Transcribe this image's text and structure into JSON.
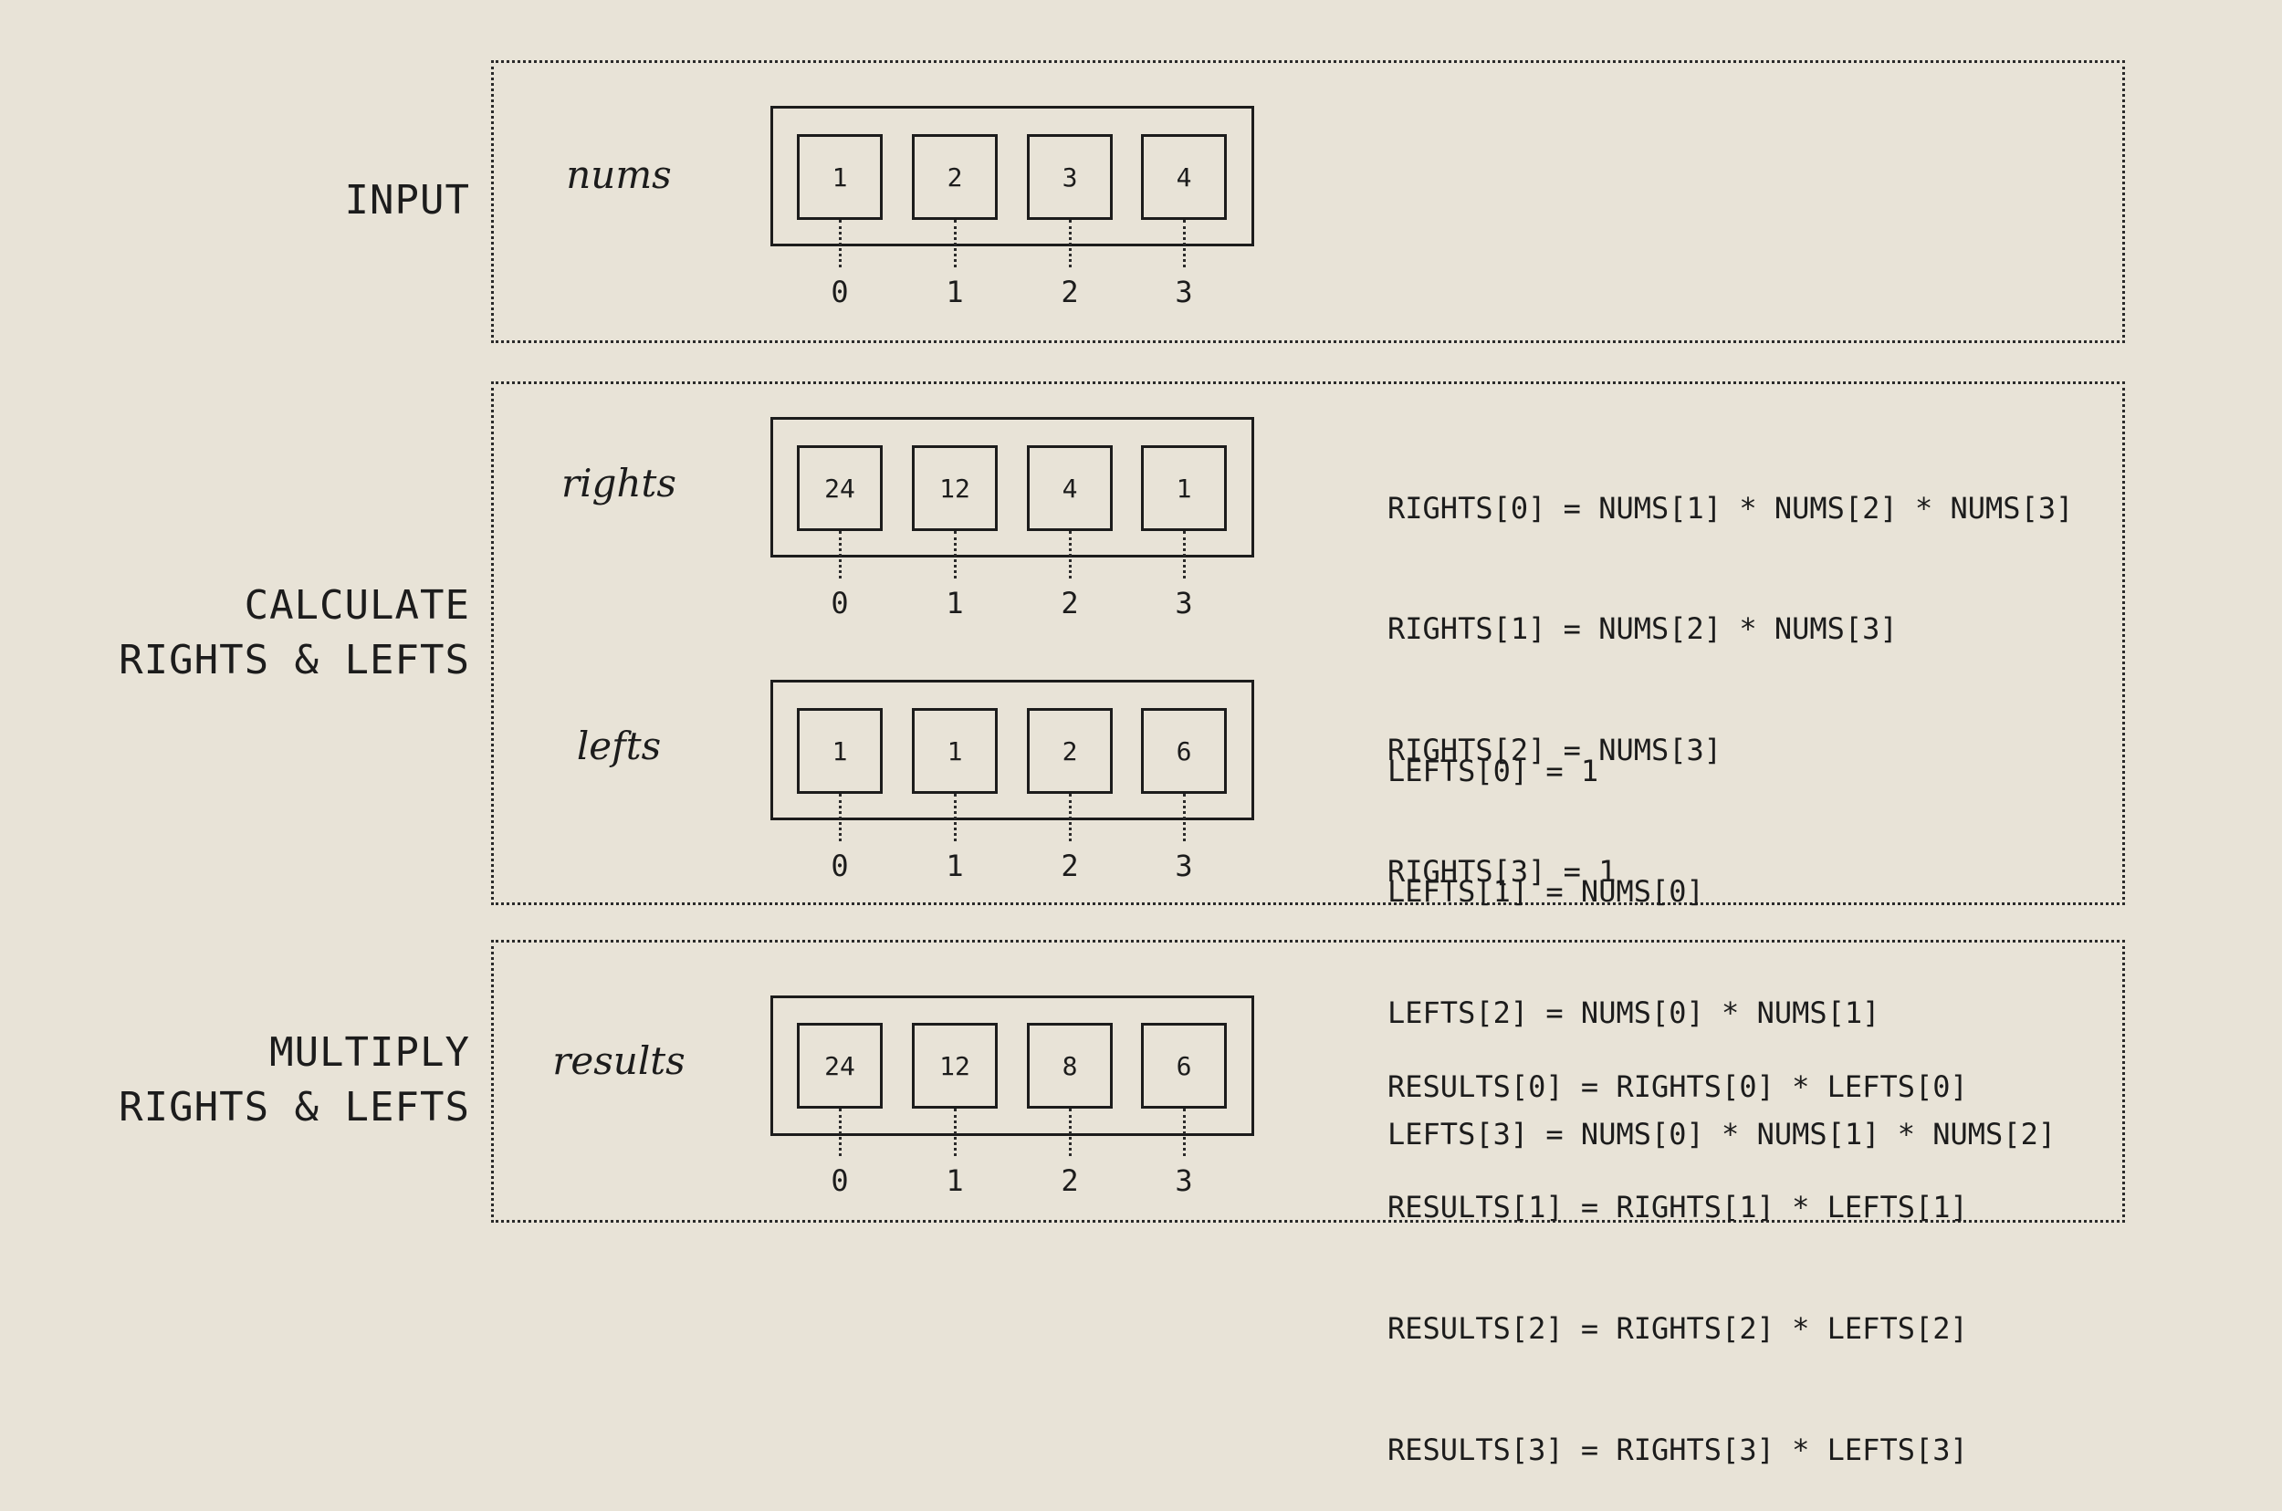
{
  "sections": [
    {
      "label_lines": [
        "INPUT"
      ],
      "arrays": [
        {
          "name": "nums",
          "values": [
            "1",
            "2",
            "3",
            "4"
          ],
          "indices": [
            "0",
            "1",
            "2",
            "3"
          ]
        }
      ],
      "formula_groups": []
    },
    {
      "label_lines": [
        "CALCULATE",
        "RIGHTS & LEFTS"
      ],
      "arrays": [
        {
          "name": "rights",
          "values": [
            "24",
            "12",
            "4",
            "1"
          ],
          "indices": [
            "0",
            "1",
            "2",
            "3"
          ]
        },
        {
          "name": "lefts",
          "values": [
            "1",
            "1",
            "2",
            "6"
          ],
          "indices": [
            "0",
            "1",
            "2",
            "3"
          ]
        }
      ],
      "formula_groups": [
        [
          "RIGHTS[0] = NUMS[1] * NUMS[2] * NUMS[3]",
          "RIGHTS[1] = NUMS[2] * NUMS[3]",
          "RIGHTS[2] = NUMS[3]",
          "RIGHTS[3] = 1"
        ],
        [
          "LEFTS[0] = 1",
          "LEFTS[1] = NUMS[0]",
          "LEFTS[2] = NUMS[0] * NUMS[1]",
          "LEFTS[3] = NUMS[0] * NUMS[1] * NUMS[2]"
        ]
      ]
    },
    {
      "label_lines": [
        "MULTIPLY",
        "RIGHTS & LEFTS"
      ],
      "arrays": [
        {
          "name": "results",
          "values": [
            "24",
            "12",
            "8",
            "6"
          ],
          "indices": [
            "0",
            "1",
            "2",
            "3"
          ]
        }
      ],
      "formula_groups": [
        [
          "RESULTS[0] = RIGHTS[0] * LEFTS[0]",
          "RESULTS[1] = RIGHTS[1] * LEFTS[1]",
          "RESULTS[2] = RIGHTS[2] * LEFTS[2]",
          "RESULTS[3] = RIGHTS[3] * LEFTS[3]"
        ]
      ]
    }
  ]
}
